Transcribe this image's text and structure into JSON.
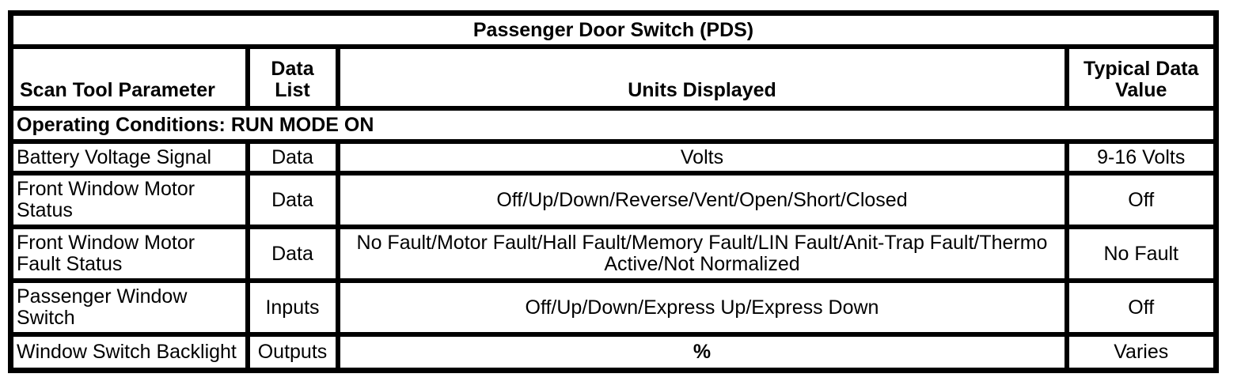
{
  "table": {
    "title": "Passenger Door Switch (PDS)",
    "columns": {
      "parameter": "Scan Tool Parameter",
      "data_list": "Data List",
      "units": "Units Displayed",
      "typical": "Typical Data Value"
    },
    "section_header": "Operating Conditions: RUN MODE ON",
    "rows": [
      {
        "parameter": "Battery Voltage Signal",
        "data_list": "Data",
        "units": "Volts",
        "typical": "9-16 Volts"
      },
      {
        "parameter": "Front Window Motor Status",
        "data_list": "Data",
        "units": "Off/Up/Down/Reverse/Vent/Open/Short/Closed",
        "typical": "Off"
      },
      {
        "parameter": "Front Window Motor Fault Status",
        "data_list": "Data",
        "units": "No Fault/Motor Fault/Hall Fault/Memory Fault/LIN Fault/Anit-Trap Fault/Thermo Active/Not Normalized",
        "typical": "No Fault"
      },
      {
        "parameter": "Passenger Window Switch",
        "data_list": "Inputs",
        "units": "Off/Up/Down/Express Up/Express Down",
        "typical": "Off"
      },
      {
        "parameter": "Window Switch Backlight",
        "data_list": "Outputs",
        "units": "%",
        "typical": "Varies"
      }
    ],
    "colors": {
      "border": "#000000",
      "text": "#000000",
      "background": "#ffffff"
    }
  }
}
